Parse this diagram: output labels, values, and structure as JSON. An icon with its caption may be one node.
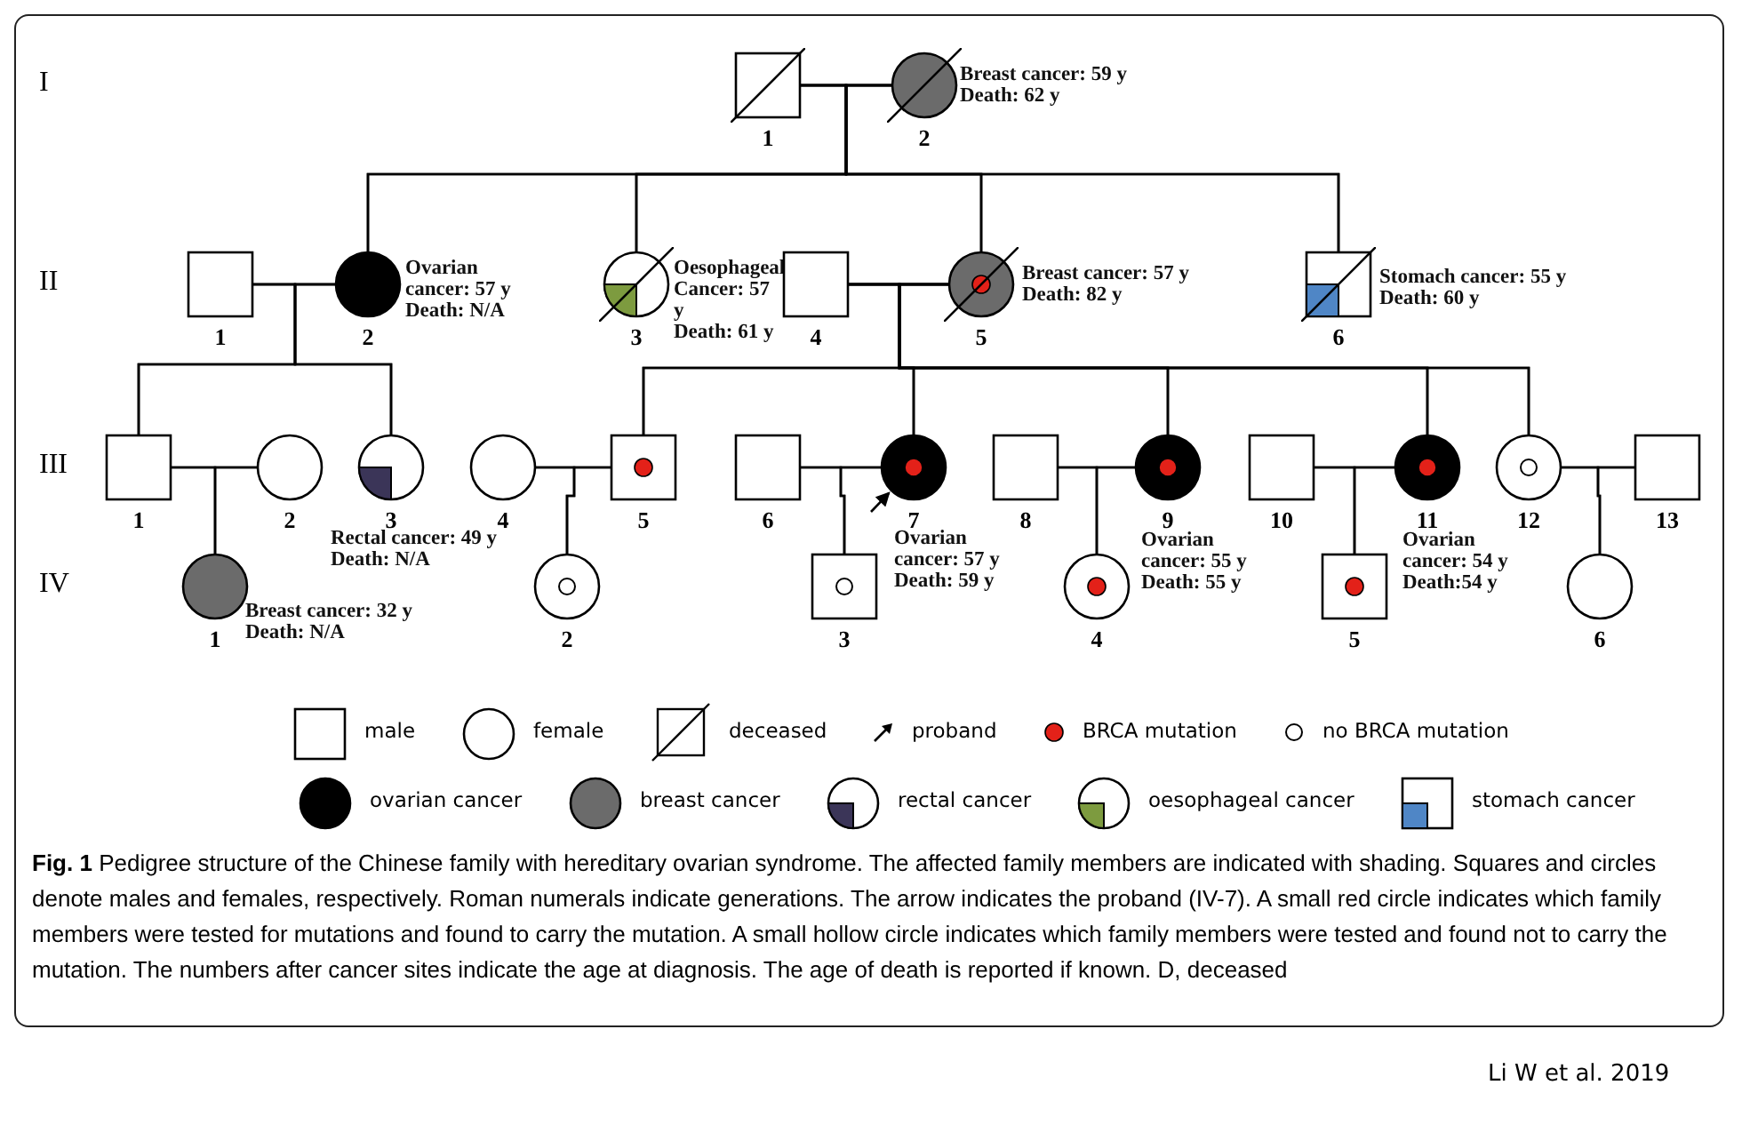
{
  "diagram": {
    "caption": "**Fig. 1** Pedigree structure of the Chinese family with hereditary ovarian syndrome. The affected family members are indicated with shading. Squares and circles denote males and females, respectively. Roman numerals indicate generations. The arrow indicates the proband (IV-7). A small red circle indicates which family members were tested for mutations and found to carry the mutation. A small hollow circle indicates which family members were tested and found not to carry the mutation. The numbers after cancer sites indicate the age at diagnosis. The age of death is reported if known. D, deceased",
    "nodes": [
      {
        "text": [
          "1"
        ]
      },
      {
        "text": [
          "2"
        ],
        "beside": [
          "Breast cancer: 59 y",
          "Death: 62 y"
        ]
      },
      {
        "text": [
          "1"
        ]
      },
      {
        "text": [
          "2"
        ],
        "beside": [
          "Ovarian cancer: 57 y",
          "Death: N/A"
        ]
      },
      {
        "text": [
          "3"
        ],
        "beside": [
          "Oesophageal Cancer: 57 y",
          "Death: 61 y"
        ]
      },
      {
        "text": [
          "4"
        ]
      },
      {
        "text": [
          "5"
        ],
        "beside": [
          "Breast cancer: 57 y",
          "Death: 82 y"
        ]
      },
      {
        "text": [
          "6"
        ],
        "beside": [
          "Stomach cancer: 55 y",
          "Death: 60 y"
        ]
      },
      {
        "text": [
          "1"
        ]
      },
      {
        "text": [
          "2"
        ]
      },
      {
        "text": [
          "3"
        ],
        "beside": [
          "Rectal cancer: 49 y",
          "Death: N/A"
        ]
      },
      {
        "text": [
          "4"
        ]
      },
      {
        "text": [
          "5"
        ]
      },
      {
        "text": [
          "6"
        ]
      },
      {
        "text": [
          "7"
        ],
        "beside": [
          "Ovarian cancer: 57 y",
          "Death: 59 y"
        ]
      },
      {
        "text": [
          "8"
        ]
      },
      {
        "text": [
          "9"
        ],
        "beside": [
          "Ovarian cancer: 55 y",
          "Death: 55 y"
        ]
      },
      {
        "text": [
          "10"
        ]
      },
      {
        "text": [
          "11"
        ],
        "beside": [
          "Ovarian cancer: 54 y",
          "Death:54 y"
        ]
      },
      {
        "text": [
          "12"
        ]
      },
      {
        "text": [
          "13"
        ]
      },
      {
        "text": [
          "1"
        ],
        "beside": [
          "Breast cancer: 32 y",
          "Death: N/A"
        ]
      },
      {
        "text": [
          "2"
        ]
      },
      {
        "text": [
          "3"
        ]
      },
      {
        "text": [
          "4"
        ]
      },
      {
        "text": [
          "5"
        ]
      },
      {
        "text": [
          "6"
        ]
      }
    ],
    "edges": [
      {
        "from": 0,
        "to": 1,
        "arrow": "none"
      },
      {
        "from": 0,
        "to": 3,
        "arrow": "none"
      },
      {
        "from": 1,
        "to": 3,
        "arrow": "none"
      },
      {
        "from": 0,
        "to": 4,
        "arrow": "none"
      },
      {
        "from": 1,
        "to": 4,
        "arrow": "none"
      },
      {
        "from": 0,
        "to": 6,
        "arrow": "none"
      },
      {
        "from": 1,
        "to": 6,
        "arrow": "none"
      },
      {
        "from": 0,
        "to": 7,
        "arrow": "none"
      },
      {
        "from": 1,
        "to": 7,
        "arrow": "none"
      },
      {
        "from": 2,
        "to": 3,
        "arrow": "none"
      },
      {
        "from": 5,
        "to": 6,
        "arrow": "none"
      },
      {
        "from": 2,
        "to": 8,
        "arrow": "none"
      },
      {
        "from": 3,
        "to": 8,
        "arrow": "none"
      },
      {
        "from": 2,
        "to": 10,
        "arrow": "none"
      },
      {
        "from": 3,
        "to": 10,
        "arrow": "none"
      },
      {
        "from": 5,
        "to": 12,
        "arrow": "none"
      },
      {
        "from": 6,
        "to": 12,
        "arrow": "none"
      },
      {
        "from": 5,
        "to": 14,
        "arrow": "none"
      },
      {
        "from": 6,
        "to": 14,
        "arrow": "none"
      },
      {
        "from": 5,
        "to": 16,
        "arrow": "none"
      },
      {
        "from": 6,
        "to": 16,
        "arrow": "none"
      },
      {
        "from": 5,
        "to": 18,
        "arrow": "none"
      },
      {
        "from": 6,
        "to": 18,
        "arrow": "none"
      },
      {
        "from": 5,
        "to": 19,
        "arrow": "none"
      },
      {
        "from": 6,
        "to": 19,
        "arrow": "none"
      },
      {
        "from": 8,
        "to": 9,
        "arrow": "none"
      },
      {
        "from": 11,
        "to": 12,
        "arrow": "none"
      },
      {
        "from": 13,
        "to": 14,
        "arrow": "none"
      },
      {
        "from": 15,
        "to": 16,
        "arrow": "none"
      },
      {
        "from": 17,
        "to": 18,
        "arrow": "none"
      },
      {
        "from": 19,
        "to": 20,
        "arrow": "none"
      },
      {
        "from": 8,
        "to": 21,
        "arrow": "none"
      },
      {
        "from": 9,
        "to": 21,
        "arrow": "none"
      },
      {
        "from": 11,
        "to": 22,
        "arrow": "none"
      },
      {
        "from": 12,
        "to": 22,
        "arrow": "none"
      },
      {
        "from": 13,
        "to": 23,
        "arrow": "none"
      },
      {
        "from": 14,
        "to": 23,
        "arrow": "none"
      },
      {
        "from": 15,
        "to": 24,
        "arrow": "none"
      },
      {
        "from": 16,
        "to": 24,
        "arrow": "none"
      },
      {
        "from": 17,
        "to": 25,
        "arrow": "none"
      },
      {
        "from": 18,
        "to": 25,
        "arrow": "none"
      },
      {
        "from": 19,
        "to": 26,
        "arrow": "none"
      },
      {
        "from": 20,
        "to": 26,
        "arrow": "none"
      },
      {
        "from": null,
        "to": 14,
        "arrow": "to"
      }
    ],
    "labels": [
      "I",
      "II",
      "III",
      "IV",
      "Li W et al. 2019"
    ],
    "legend": [
      {
        "text": "male"
      },
      {
        "text": "female"
      },
      {
        "text": "deceased"
      },
      {
        "text": "proband"
      },
      {
        "text": "BRCA mutation"
      },
      {
        "text": "no BRCA mutation"
      },
      {
        "text": "ovarian cancer",
        "color": "#000000"
      },
      {
        "text": "breast cancer",
        "color": "#6b6b6b"
      },
      {
        "text": "rectal cancer",
        "color": "#3b3558"
      },
      {
        "text": "oesophageal  cancer",
        "color": "#7d9b3f"
      },
      {
        "text": "stomach cancer",
        "color": "#4f86c6"
      }
    ]
  }
}
